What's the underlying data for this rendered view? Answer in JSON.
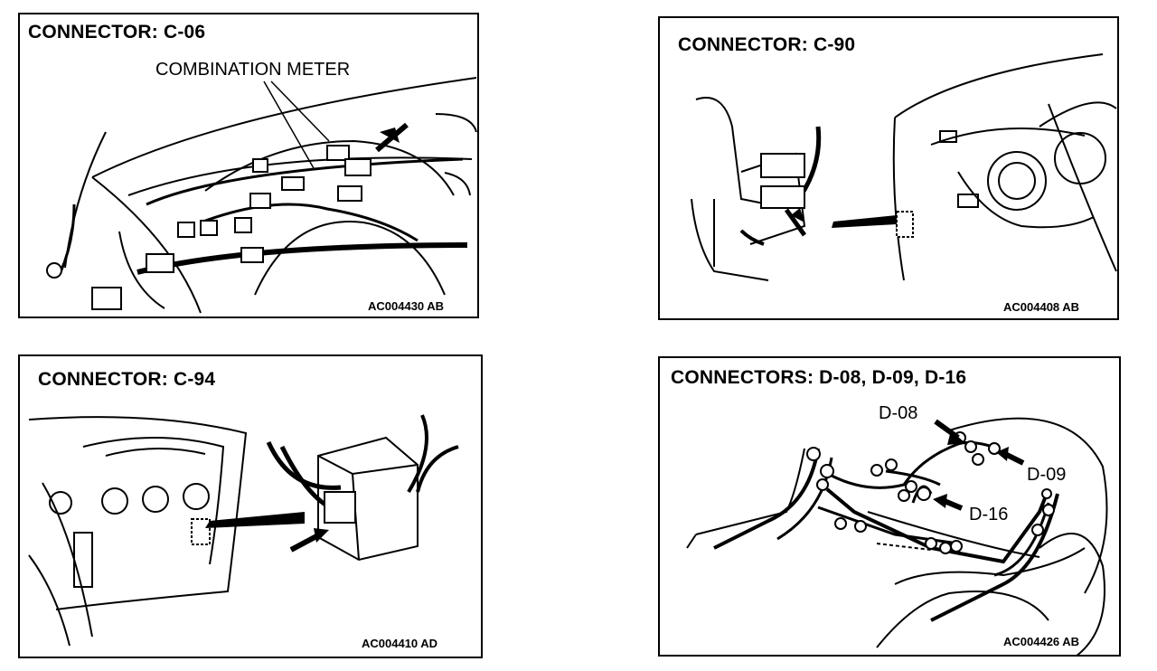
{
  "panels": [
    {
      "title": "CONNECTOR: C-06",
      "callout": "COMBINATION METER",
      "figure_code": "AC004430 AB"
    },
    {
      "title": "CONNECTOR: C-90",
      "figure_code": "AC004408 AB"
    },
    {
      "title": "CONNECTOR: C-94",
      "figure_code": "AC004410 AD"
    },
    {
      "title": "CONNECTORS: D-08, D-09, D-16",
      "labels": [
        "D-08",
        "D-09",
        "D-16"
      ],
      "figure_code": "AC004426 AB"
    }
  ]
}
